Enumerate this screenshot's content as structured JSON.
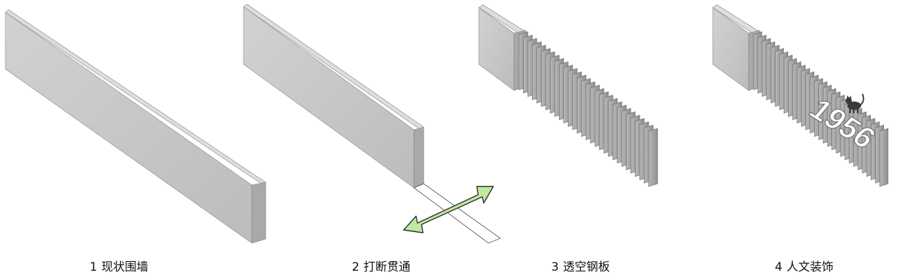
{
  "steps": [
    {
      "number": "1",
      "label": "现状围墙"
    },
    {
      "number": "2",
      "label": "打断贯通"
    },
    {
      "number": "3",
      "label": "透空钢板"
    },
    {
      "number": "4",
      "label": "人文装饰"
    }
  ],
  "decoration": {
    "year": "1956"
  },
  "colors": {
    "wall_face": "#c9c9c9",
    "wall_top": "#dcdcdc",
    "wall_end": "#a9a9a9",
    "fin": "#a8a8a8",
    "fin_edge": "#6e6e6e",
    "arrow_fill": "#bfe8a0",
    "arrow_stroke": "#2a2a2a"
  }
}
